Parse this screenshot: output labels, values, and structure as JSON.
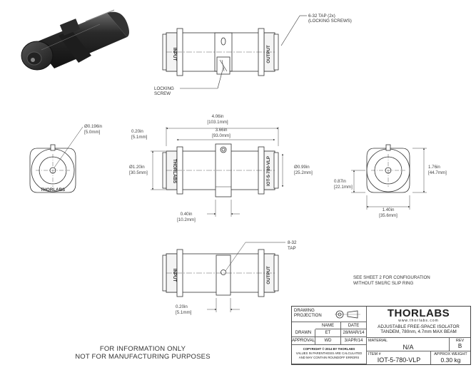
{
  "callouts": {
    "tap_2x": "6-32 TAP (2x)",
    "locking_screws": "(LOCKING SCREWS)",
    "locking": "LOCKING",
    "screw": "SCREW",
    "tap_8_32": "8-32",
    "tap_word": "TAP",
    "sheet_note_1": "SEE SHEET 2 FOR CONFIGURATION",
    "sheet_note_2": "WITHOUT SM1RC SLIP RING"
  },
  "dimensions": {
    "bore_in": "Ø0.196in",
    "bore_mm": "[5.0mm]",
    "overall_in": "4.06in",
    "overall_mm": "[103.1mm]",
    "body_in": "3.66in",
    "body_mm": "[93.0mm]",
    "ring_in": "0.20in",
    "ring_mm": "[5.1mm]",
    "dia_left_in": "Ø1.20in",
    "dia_left_mm": "[30.5mm]",
    "dia_right_in": "Ø0.99in",
    "dia_right_mm": "[25.2mm]",
    "clamp_in": "0.40in",
    "clamp_mm": "[10.2mm]",
    "center_in": "0.87in",
    "center_mm": "[22.1mm]",
    "height_in": "1.76in",
    "height_mm": "[44.7mm]",
    "width_in": "1.40in",
    "width_mm": "[35.6mm]",
    "bottom_in": "0.20in",
    "bottom_mm": "[5.1mm]"
  },
  "body_labels": {
    "brand": "THORLABS",
    "model": "IOT-5-780-VLP",
    "input": "INPUT",
    "output": "OUTPUT"
  },
  "disclaimer": {
    "line1": "FOR INFORMATION ONLY",
    "line2": "NOT FOR MANUFACTURING PURPOSES"
  },
  "title_block": {
    "drawing_projection": "DRAWING",
    "projection": "PROJECTION",
    "name_header": "NAME",
    "date_header": "DATE",
    "drawn_label": "DRAWN",
    "drawn_name": "ET",
    "drawn_date": "28/MAR/14",
    "approval_label": "APPROVAL",
    "approval_name": "WD",
    "approval_date": "3/APR/14",
    "copyright": "COPYRIGHT © 2014 BY THORLABS",
    "values_note_1": "VALUES IN PARENTHESIS ARE CALCULATED",
    "values_note_2": "AND MAY CONTAIN ROUNDOFF ERRORS",
    "logo": "THORLABS",
    "website": "www.thorlabs.com",
    "description_1": "ADJUSTABLE FREE-SPACE ISOLATOR",
    "description_2": "TANDEM, 780nm, 4.7mm MAX BEAM",
    "material_label": "MATERIAL",
    "material_value": "N/A",
    "rev_label": "REV",
    "rev_value": "B",
    "item_label": "ITEM #",
    "item_value": "IOT-5-780-VLP",
    "weight_label": "APPROX WEIGHT",
    "weight_value": "0.30 kg"
  }
}
